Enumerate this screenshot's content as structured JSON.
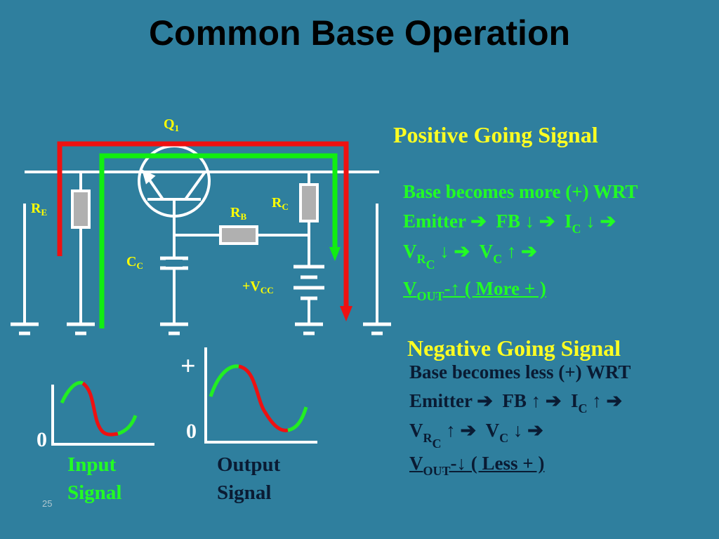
{
  "title": "Common Base Operation",
  "circuit": {
    "q1": "Q",
    "q1_sub": "1",
    "re": "R",
    "re_sub": "E",
    "rb": "R",
    "rb_sub": "B",
    "rc": "R",
    "rc_sub": "C",
    "cc": "C",
    "cc_sub": "C",
    "vcc": "+V",
    "vcc_sub": "CC"
  },
  "positive": {
    "heading": "Positive Going Signal",
    "line1": "Base becomes more (+) WRT",
    "emitter": "Emitter",
    "fb": "FB",
    "ic": "I",
    "ic_sub": "C",
    "vr": "V",
    "vr_sub": "R",
    "vr_subsub": "C",
    "vc": "V",
    "vc_sub": "C",
    "vout": "V",
    "vout_sub": "OUT",
    "result": " ( More + )"
  },
  "negative": {
    "heading": "Negative Going Signal",
    "line1": "Base becomes less (+) WRT",
    "emitter": "Emitter",
    "fb": "FB",
    "ic": "I",
    "ic_sub": "C",
    "vr": "V",
    "vr_sub": "R",
    "vr_subsub": "C",
    "vc": "V",
    "vc_sub": "C",
    "vout": "V",
    "vout_sub": "OUT",
    "result": " ( Less + )"
  },
  "graphs": {
    "input_zero": "0",
    "output_zero": "0",
    "output_plus": "+",
    "input_label_1": "Input",
    "input_label_2": "Signal",
    "output_label_1": "Output",
    "output_label_2": "Signal"
  },
  "page_number": "25",
  "colors": {
    "background": "#2f7f9e",
    "red_path": "#ee1111",
    "green_path": "#11ee11",
    "label_yellow": "#ffff00",
    "text_green": "#22ff22",
    "text_dark": "#0a1b33"
  }
}
